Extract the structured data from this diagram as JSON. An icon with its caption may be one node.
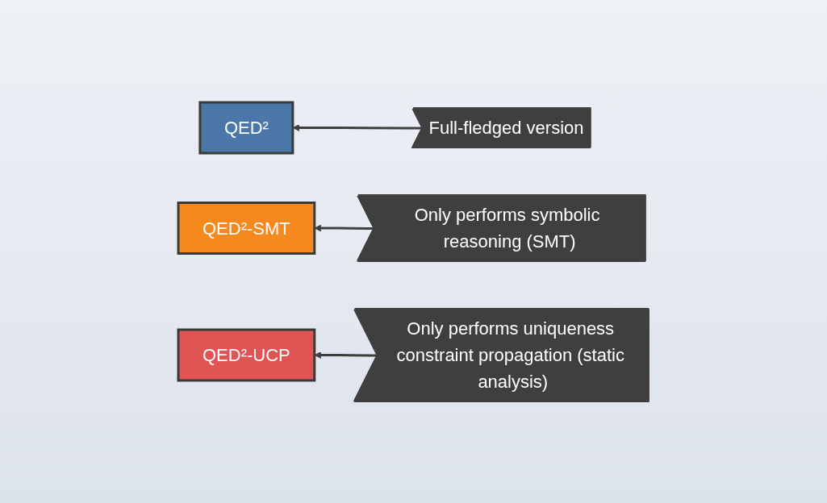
{
  "diagram": {
    "nodes": [
      {
        "text": [
          "QED²"
        ]
      },
      {
        "text": [
          "Full-fledged version"
        ]
      },
      {
        "text": [
          "QED²-SMT"
        ]
      },
      {
        "text": [
          "Only performs symbolic reasoning (SMT)"
        ]
      },
      {
        "text": [
          "QED²-UCP"
        ]
      },
      {
        "text": [
          "Only performs uniqueness constraint propagation (static analysis)"
        ]
      }
    ],
    "edges": [
      {
        "from": 1,
        "to": 0,
        "arrow": "to"
      },
      {
        "from": 3,
        "to": 2,
        "arrow": "to"
      },
      {
        "from": 5,
        "to": 4,
        "arrow": "to"
      }
    ]
  }
}
